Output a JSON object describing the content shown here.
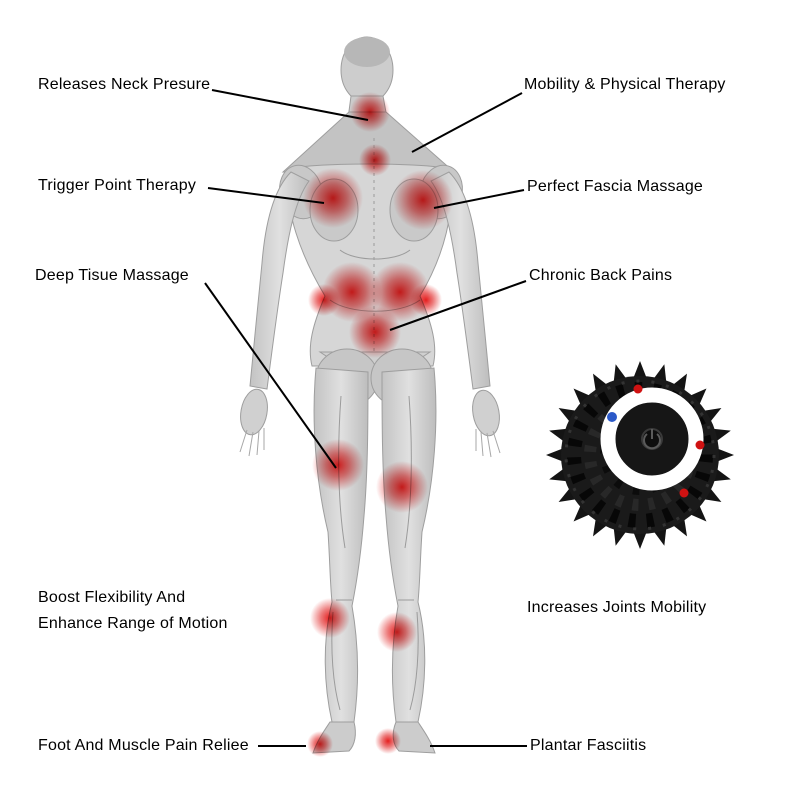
{
  "title": "Massage Ball Benefits Infographic",
  "callouts": {
    "releases_neck": "Releases Neck Presure",
    "mobility": "Mobility & Physical Therapy",
    "trigger_point": "Trigger Point Therapy",
    "fascia": "Perfect Fascia Massage",
    "deep_tissue": "Deep Tisue Massage",
    "chronic_back": "Chronic Back Pains",
    "flexibility_1": "Boost Flexibility And",
    "flexibility_2": "Enhance Range of Motion",
    "joints": "Increases Joints Mobility",
    "foot_relief": "Foot And Muscle Pain Reliee",
    "plantar": "Plantar Fasciitis"
  },
  "colors": {
    "pain_highlight": "#e51313",
    "text": "#000000",
    "callout_line": "#000000",
    "ball_body": "#141414",
    "ball_ring": "#ffffff",
    "ball_dot_red": "#cf1212",
    "ball_dot_blue": "#2b59c8",
    "body_gray": "#d6d6d6"
  }
}
